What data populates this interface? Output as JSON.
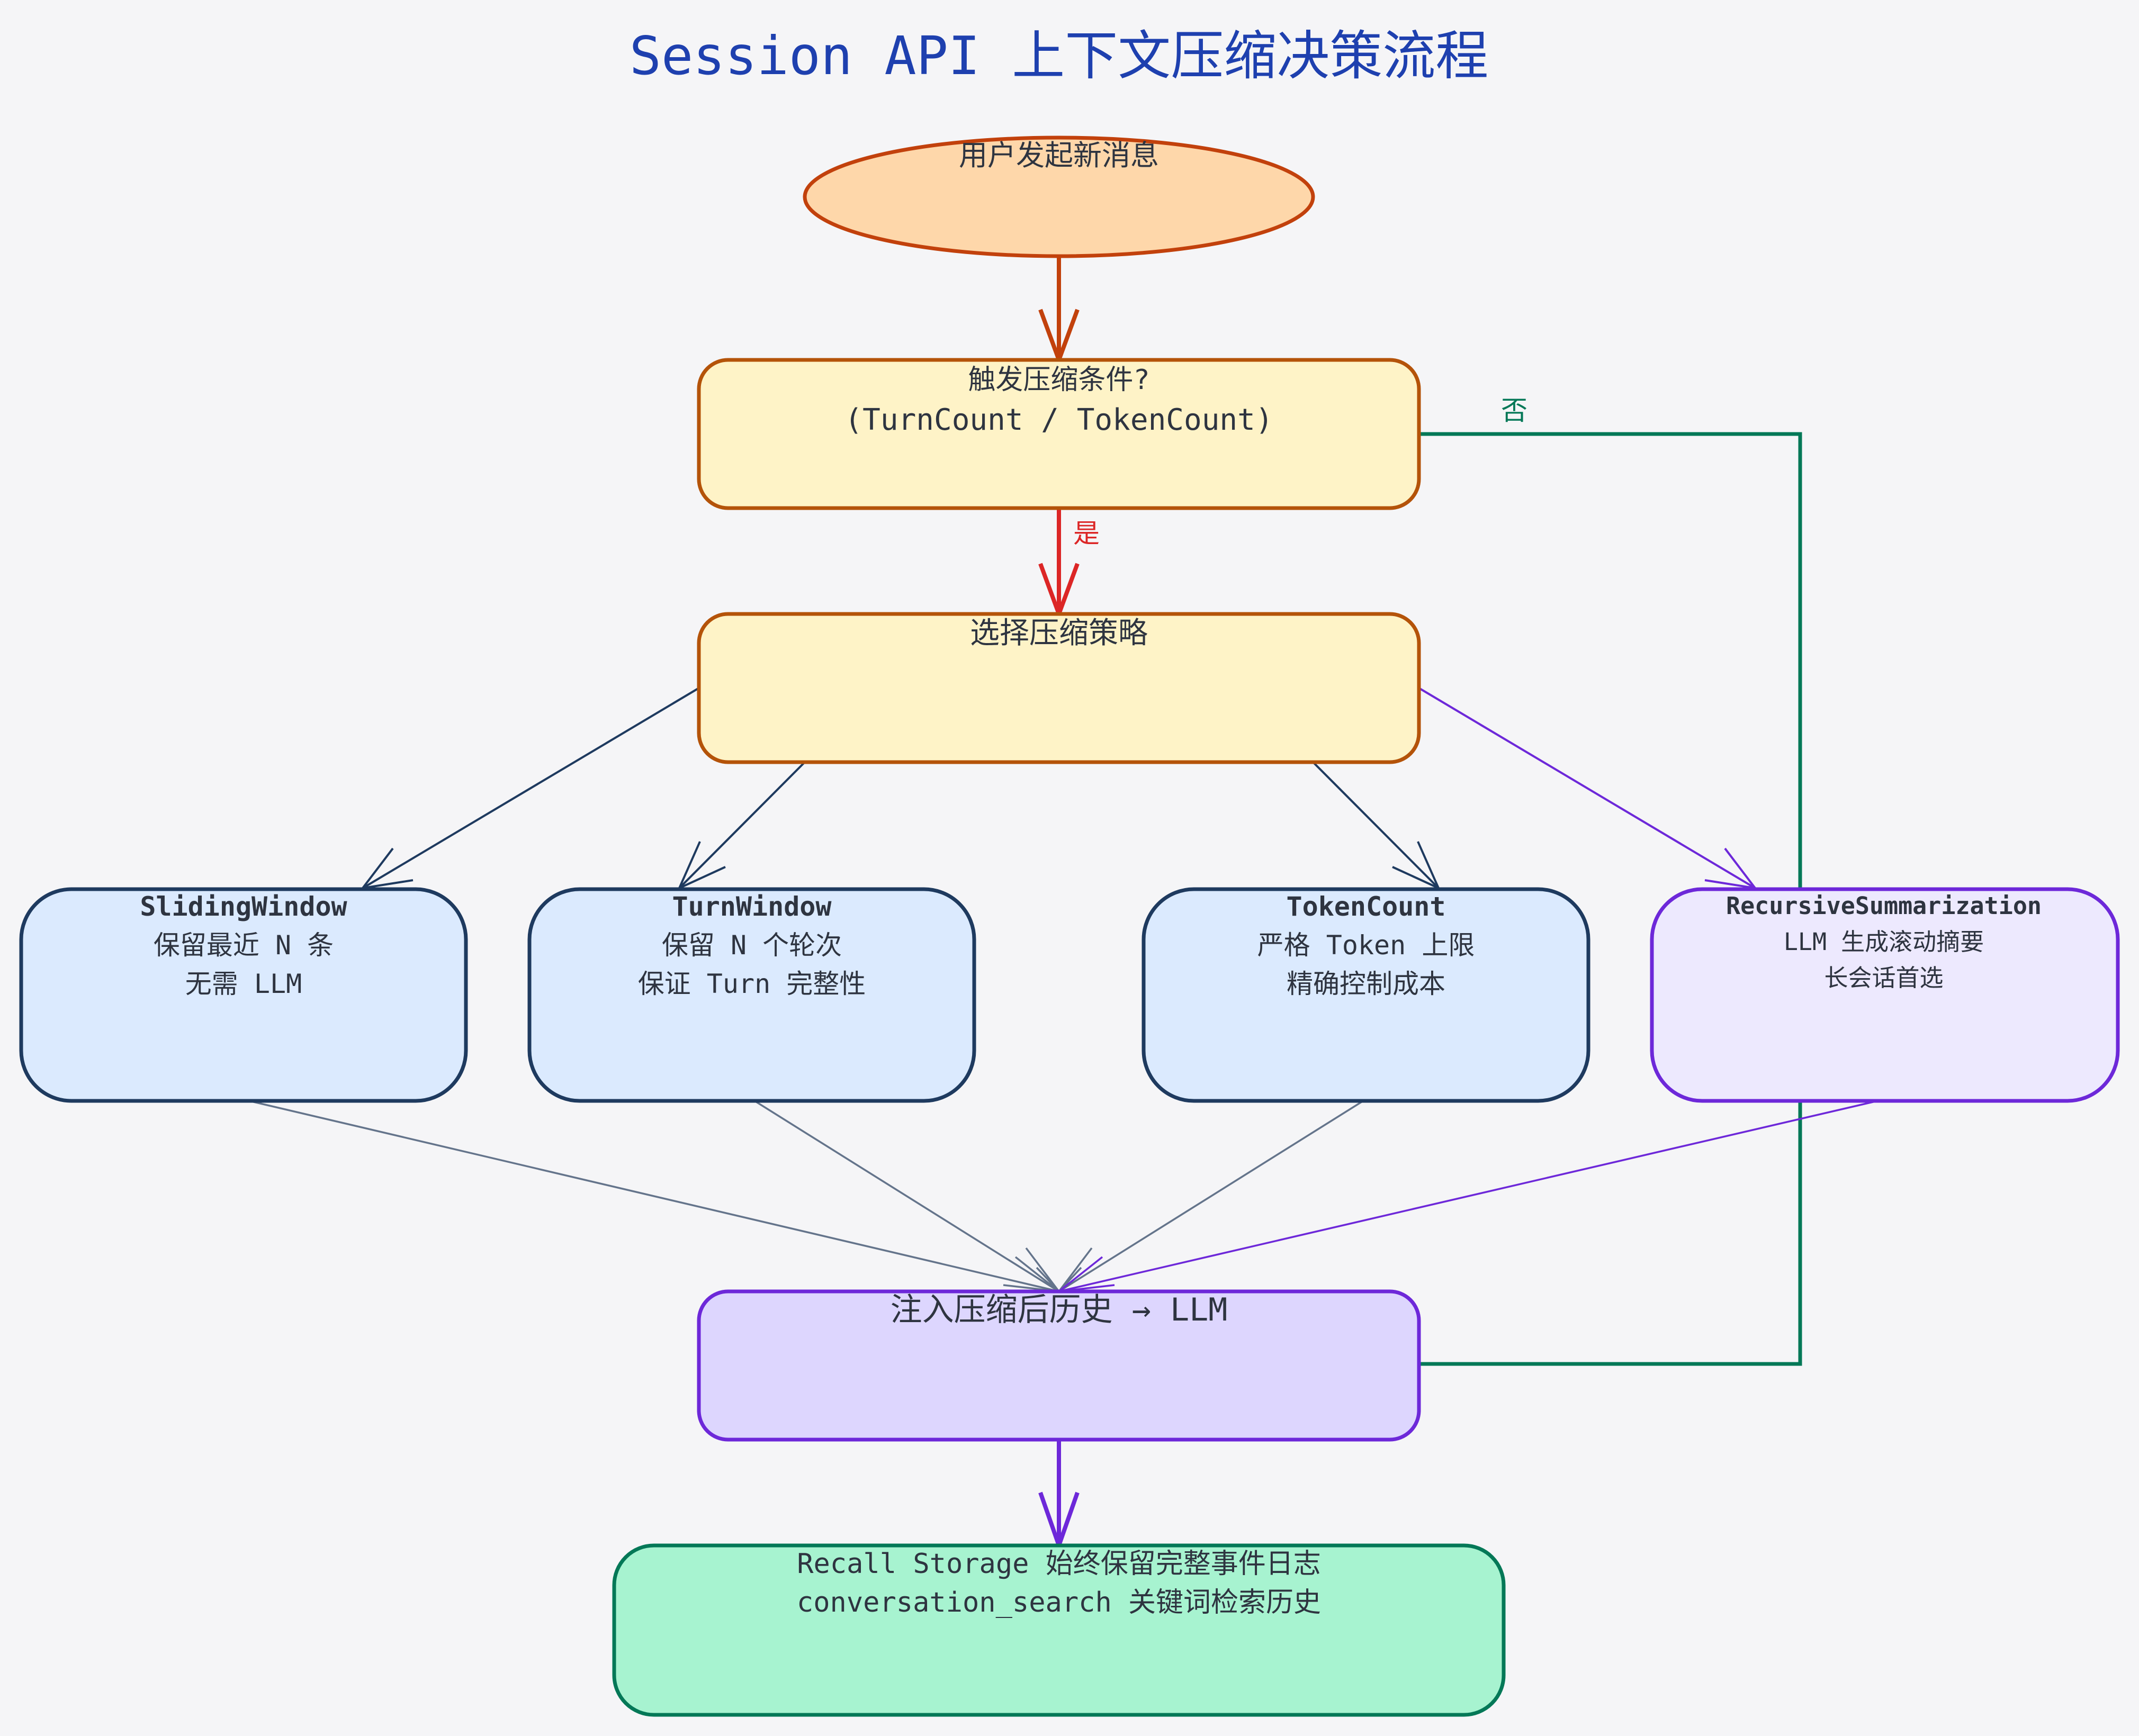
{
  "title": "Session API 上下文压缩决策流程",
  "nodes": {
    "start": {
      "label": "用户发起新消息"
    },
    "trigger": {
      "line1": "触发压缩条件?",
      "line2": "(TurnCount / TokenCount)"
    },
    "select": {
      "label": "选择压缩策略"
    },
    "sliding": {
      "name": "SlidingWindow",
      "line1": "保留最近 N 条",
      "line2": "无需 LLM"
    },
    "turn": {
      "name": "TurnWindow",
      "line1": "保留 N 个轮次",
      "line2": "保证 Turn 完整性"
    },
    "token": {
      "name": "TokenCount",
      "line1": "严格 Token 上限",
      "line2": "精确控制成本"
    },
    "recursive": {
      "name": "RecursiveSummarization",
      "line1": "LLM 生成滚动摘要",
      "line2": "长会话首选"
    },
    "inject": {
      "label": "注入压缩后历史 → LLM"
    },
    "recall": {
      "line1": "Recall Storage 始终保留完整事件日志",
      "line2": "conversation_search 关键词检索历史"
    }
  },
  "edges": {
    "yes_label": "是",
    "no_label": "否"
  },
  "colors": {
    "title": "#1e40af",
    "start_fill": "#fed7aa",
    "start_stroke": "#c2410c",
    "decision_fill": "#fef3c7",
    "decision_stroke": "#b45309",
    "strategy_fill": "#dbeafe",
    "strategy_stroke": "#1e3a5f",
    "recursive_fill": "#ede9fe",
    "recursive_stroke": "#6d28d9",
    "inject_fill": "#ddd6fe",
    "recall_fill": "#a7f3d0",
    "recall_stroke": "#047857",
    "yes_edge": "#dc2626",
    "no_edge": "#047857",
    "merge_edge": "#64748b"
  }
}
